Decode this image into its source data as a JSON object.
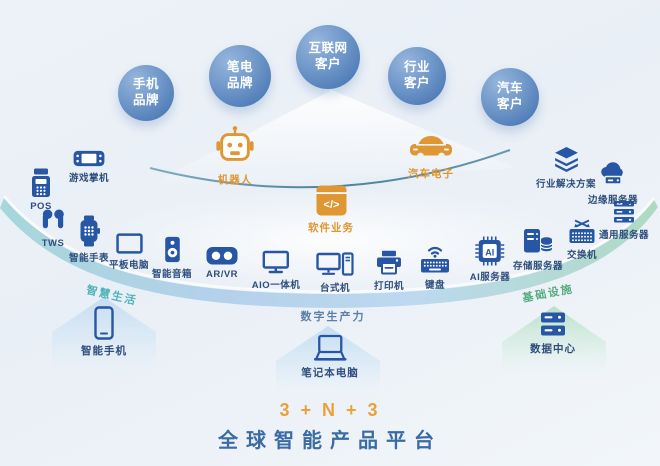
{
  "customers": [
    {
      "label": "手机品牌"
    },
    {
      "label": "笔电品牌"
    },
    {
      "label": "互联网客户"
    },
    {
      "label": "行业客户"
    },
    {
      "label": "汽车客户"
    }
  ],
  "core": {
    "robot": {
      "label": "机器人"
    },
    "automotive": {
      "label": "汽车电子"
    },
    "software": {
      "label": "软件业务",
      "icon_text": "</>"
    }
  },
  "left_devices": [
    {
      "label": "游戏掌机",
      "icon": "handheld-console-icon"
    },
    {
      "label": "POS",
      "icon": "pos-terminal-icon"
    },
    {
      "label": "TWS",
      "icon": "earbuds-icon"
    },
    {
      "label": "智能手表",
      "icon": "smartwatch-icon"
    },
    {
      "label": "平板电脑",
      "icon": "tablet-icon"
    },
    {
      "label": "智能音箱",
      "icon": "smart-speaker-icon"
    }
  ],
  "center_devices": [
    {
      "label": "AR/VR",
      "icon": "vr-goggles-icon"
    },
    {
      "label": "AIO一体机",
      "icon": "monitor-icon"
    },
    {
      "label": "台式机",
      "icon": "desktop-pc-icon"
    },
    {
      "label": "打印机",
      "icon": "printer-icon"
    },
    {
      "label": "键盘",
      "icon": "wireless-keyboard-icon"
    }
  ],
  "right_devices": [
    {
      "label": "AI服务器",
      "icon": "ai-chip-icon",
      "icon_text": "AI"
    },
    {
      "label": "存储服务器",
      "icon": "storage-server-icon"
    },
    {
      "label": "交换机",
      "icon": "network-switch-icon"
    },
    {
      "label": "通用服务器",
      "icon": "rack-server-icon"
    },
    {
      "label": "边缘服务器",
      "icon": "edge-cloud-server-icon"
    },
    {
      "label": "行业解决方案",
      "icon": "solution-layers-icon"
    }
  ],
  "zones": [
    {
      "label": "智慧生活"
    },
    {
      "label": "数字生产力"
    },
    {
      "label": "基础设施"
    }
  ],
  "pillars": [
    {
      "label": "智能手机",
      "icon": "smartphone-icon"
    },
    {
      "label": "笔记本电脑",
      "icon": "laptop-icon"
    },
    {
      "label": "数据中心",
      "icon": "datacenter-icon"
    }
  ],
  "footer": {
    "formula": "3 + N + 3",
    "title": "全球智能产品平台"
  },
  "colors": {
    "icon_blue": "#2757a4",
    "label_blue": "#2f4e7d",
    "accent_orange": "#de9732",
    "circle_blue": "#4c79b4",
    "zone_teal": "#4fb2b8",
    "zone_blue": "#5a7fa8",
    "zone_green": "#54ac7e",
    "footer_orange": "#e8a23c",
    "footer_blue": "#3b6ba5"
  }
}
